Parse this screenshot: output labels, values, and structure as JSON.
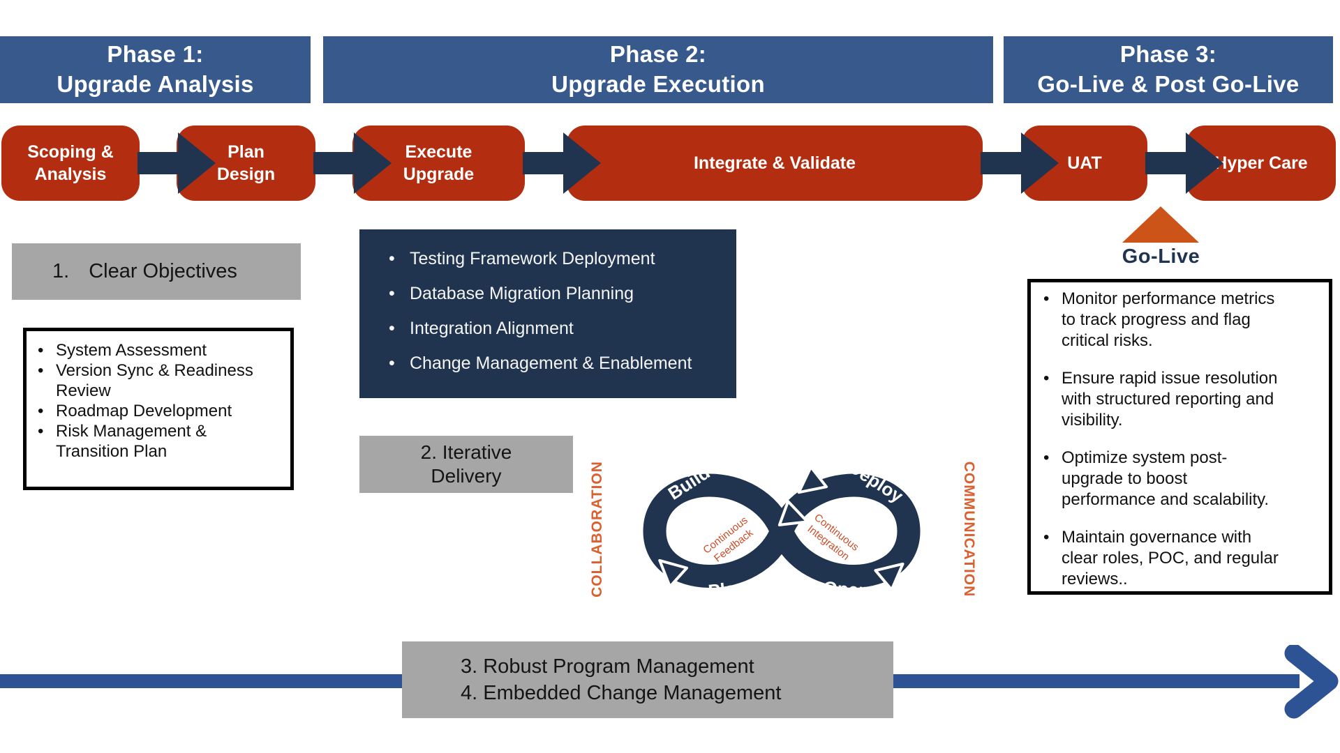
{
  "palette": {
    "header_blue": "#37598C",
    "step_red": "#B32D10",
    "navy": "#20344F",
    "callout_gray": "#A6A6A6",
    "golive_orange": "#CD5418",
    "loop_label_orange": "#D96030",
    "loop_inner_orange": "#C94E2A",
    "bottom_arrow_blue": "#2E5395",
    "outline_black": "#000000"
  },
  "phases": [
    {
      "line1": "Phase 1:",
      "line2": "Upgrade Analysis"
    },
    {
      "line1": "Phase 2:",
      "line2": "Upgrade Execution"
    },
    {
      "line1": "Phase 3:",
      "line2": "Go-Live & Post Go-Live"
    }
  ],
  "steps": [
    {
      "line1": "Scoping &",
      "line2": "Analysis"
    },
    {
      "line1": "Plan",
      "line2": "Design"
    },
    {
      "line1": "Execute",
      "line2": "Upgrade"
    },
    {
      "line1": "Integrate & Validate"
    },
    {
      "line1": "UAT"
    },
    {
      "line1": "Hyper Care"
    }
  ],
  "phase1": {
    "callout_number": "1.",
    "callout_label": "Clear Objectives",
    "bullets": [
      "System Assessment",
      "Version Sync &  Readiness\nReview",
      "Roadmap Development",
      "Risk Management &\nTransition Plan"
    ]
  },
  "phase2": {
    "bullets": [
      "Testing Framework Deployment",
      "Database Migration Planning",
      "Integration Alignment",
      "Change Management & Enablement"
    ],
    "callout_line1": "2. Iterative",
    "callout_line2": "Delivery"
  },
  "devops_loop": {
    "left_label": "COLLABORATION",
    "right_label": "COMMUNICATION",
    "build": "Build",
    "plan": "Plan",
    "deploy": "Deploy",
    "operate": "Operate",
    "feedback_line1": "Continuous",
    "feedback_line2": "Feedback",
    "integration_line1": "Continuous",
    "integration_line2": "Integration"
  },
  "phase3": {
    "golive_label": "Go-Live",
    "bullets": [
      "Monitor performance metrics\nto track progress and flag\ncritical risks.",
      "Ensure rapid issue resolution\nwith structured reporting and\nvisibility.",
      "Optimize system post-\nupgrade to boost\nperformance and scalability.",
      "Maintain governance with\nclear roles, POC, and regular\nreviews.."
    ]
  },
  "bottom": {
    "line1": "3. Robust Program Management",
    "line2": "4. Embedded Change Management"
  }
}
